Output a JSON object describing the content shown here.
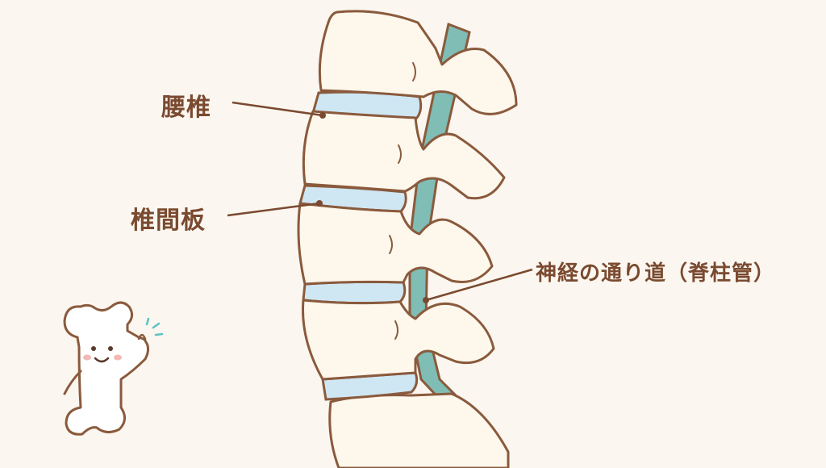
{
  "labels": {
    "lumbar_vertebra": "腰椎",
    "intervertebral_disc": "椎間板",
    "nerve_pathway": "神経の通り道（脊柱管）"
  },
  "colors": {
    "background": "#fbf6ef",
    "bone_fill": "#fdf7ec",
    "outline": "#8a5a3c",
    "disc_fill": "#cfe6f3",
    "nerve_fill": "#7fbdb5",
    "label_text": "#7a4a30",
    "cheek": "#f3b9b4",
    "sparkle": "#5cc3c4"
  },
  "mascot": {
    "icon": "bone-mascot-icon"
  }
}
